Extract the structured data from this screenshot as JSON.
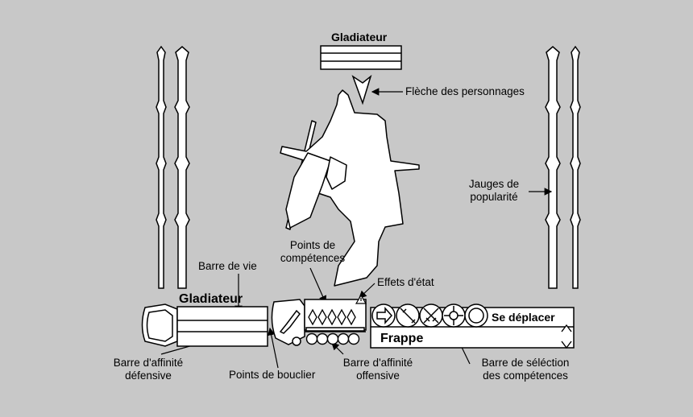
{
  "top": {
    "character_name": "Gladiateur"
  },
  "labels": {
    "character_arrow": "Flèche des personnages",
    "popularity_gauges_line1": "Jauges de",
    "popularity_gauges_line2": "popularité",
    "skill_points_line1": "Points de",
    "skill_points_line2": "compétences",
    "status_effects": "Effets d'état",
    "life_bar": "Barre de vie",
    "defensive_affinity_line1": "Barre d'affinité",
    "defensive_affinity_line2": "défensive",
    "shield_points": "Points de bouclier",
    "offensive_affinity_line1": "Barre d'affinité",
    "offensive_affinity_line2": "offensive",
    "skill_selection_line1": "Barre de séléction",
    "skill_selection_line2": "des compétences"
  },
  "hud": {
    "character_name": "Gladiateur",
    "selected_action": "Se déplacer",
    "current_skill": "Frappe"
  },
  "icons": [
    "arrow-right-icon",
    "sword-slash-icon",
    "crossed-swords-icon",
    "target-icon",
    "circle-icon"
  ]
}
